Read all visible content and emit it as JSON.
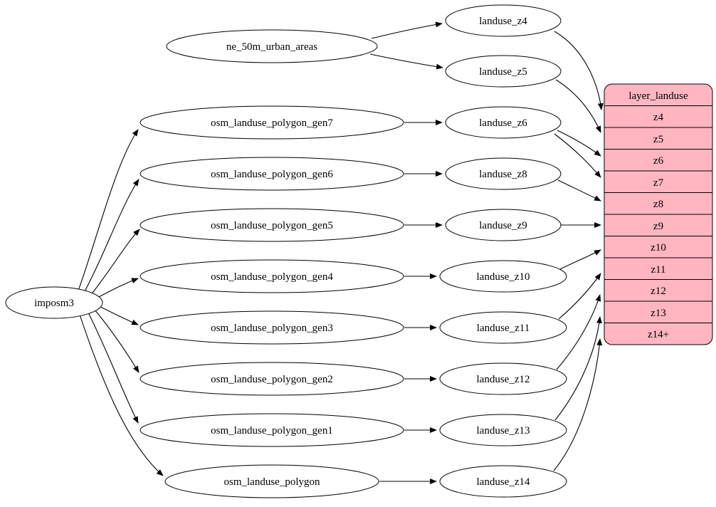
{
  "diagram": {
    "type": "graph",
    "colors": {
      "table_fill": "#ffb6c1",
      "node_fill": "#ffffff",
      "stroke": "#000000"
    },
    "nodes": {
      "imposm3": "imposm3",
      "ne_50m_urban_areas": "ne_50m_urban_areas",
      "gen7": "osm_landuse_polygon_gen7",
      "gen6": "osm_landuse_polygon_gen6",
      "gen5": "osm_landuse_polygon_gen5",
      "gen4": "osm_landuse_polygon_gen4",
      "gen3": "osm_landuse_polygon_gen3",
      "gen2": "osm_landuse_polygon_gen2",
      "gen1": "osm_landuse_polygon_gen1",
      "polygon": "osm_landuse_polygon",
      "landuse_z4": "landuse_z4",
      "landuse_z5": "landuse_z5",
      "landuse_z6": "landuse_z6",
      "landuse_z8": "landuse_z8",
      "landuse_z9": "landuse_z9",
      "landuse_z10": "landuse_z10",
      "landuse_z11": "landuse_z11",
      "landuse_z12": "landuse_z12",
      "landuse_z13": "landuse_z13",
      "landuse_z14": "landuse_z14"
    },
    "table": {
      "title": "layer_landuse",
      "rows": [
        "z4",
        "z5",
        "z6",
        "z7",
        "z8",
        "z9",
        "z10",
        "z11",
        "z12",
        "z13",
        "z14+"
      ]
    },
    "edges": [
      {
        "from": "imposm3",
        "to": "osm_landuse_polygon_gen7"
      },
      {
        "from": "imposm3",
        "to": "osm_landuse_polygon_gen6"
      },
      {
        "from": "imposm3",
        "to": "osm_landuse_polygon_gen5"
      },
      {
        "from": "imposm3",
        "to": "osm_landuse_polygon_gen4"
      },
      {
        "from": "imposm3",
        "to": "osm_landuse_polygon_gen3"
      },
      {
        "from": "imposm3",
        "to": "osm_landuse_polygon_gen2"
      },
      {
        "from": "imposm3",
        "to": "osm_landuse_polygon_gen1"
      },
      {
        "from": "imposm3",
        "to": "osm_landuse_polygon"
      },
      {
        "from": "ne_50m_urban_areas",
        "to": "landuse_z4"
      },
      {
        "from": "ne_50m_urban_areas",
        "to": "landuse_z5"
      },
      {
        "from": "osm_landuse_polygon_gen7",
        "to": "landuse_z6"
      },
      {
        "from": "osm_landuse_polygon_gen6",
        "to": "landuse_z8"
      },
      {
        "from": "osm_landuse_polygon_gen5",
        "to": "landuse_z9"
      },
      {
        "from": "osm_landuse_polygon_gen4",
        "to": "landuse_z10"
      },
      {
        "from": "osm_landuse_polygon_gen3",
        "to": "landuse_z11"
      },
      {
        "from": "osm_landuse_polygon_gen2",
        "to": "landuse_z12"
      },
      {
        "from": "osm_landuse_polygon_gen1",
        "to": "landuse_z13"
      },
      {
        "from": "osm_landuse_polygon",
        "to": "landuse_z14"
      },
      {
        "from": "landuse_z4",
        "to": "layer_landuse:z4"
      },
      {
        "from": "landuse_z5",
        "to": "layer_landuse:z5"
      },
      {
        "from": "landuse_z6",
        "to": "layer_landuse:z6"
      },
      {
        "from": "landuse_z6",
        "to": "layer_landuse:z7"
      },
      {
        "from": "landuse_z8",
        "to": "layer_landuse:z8"
      },
      {
        "from": "landuse_z9",
        "to": "layer_landuse:z9"
      },
      {
        "from": "landuse_z10",
        "to": "layer_landuse:z10"
      },
      {
        "from": "landuse_z11",
        "to": "layer_landuse:z11"
      },
      {
        "from": "landuse_z12",
        "to": "layer_landuse:z12"
      },
      {
        "from": "landuse_z13",
        "to": "layer_landuse:z13"
      },
      {
        "from": "landuse_z14",
        "to": "layer_landuse:z14+"
      }
    ]
  }
}
